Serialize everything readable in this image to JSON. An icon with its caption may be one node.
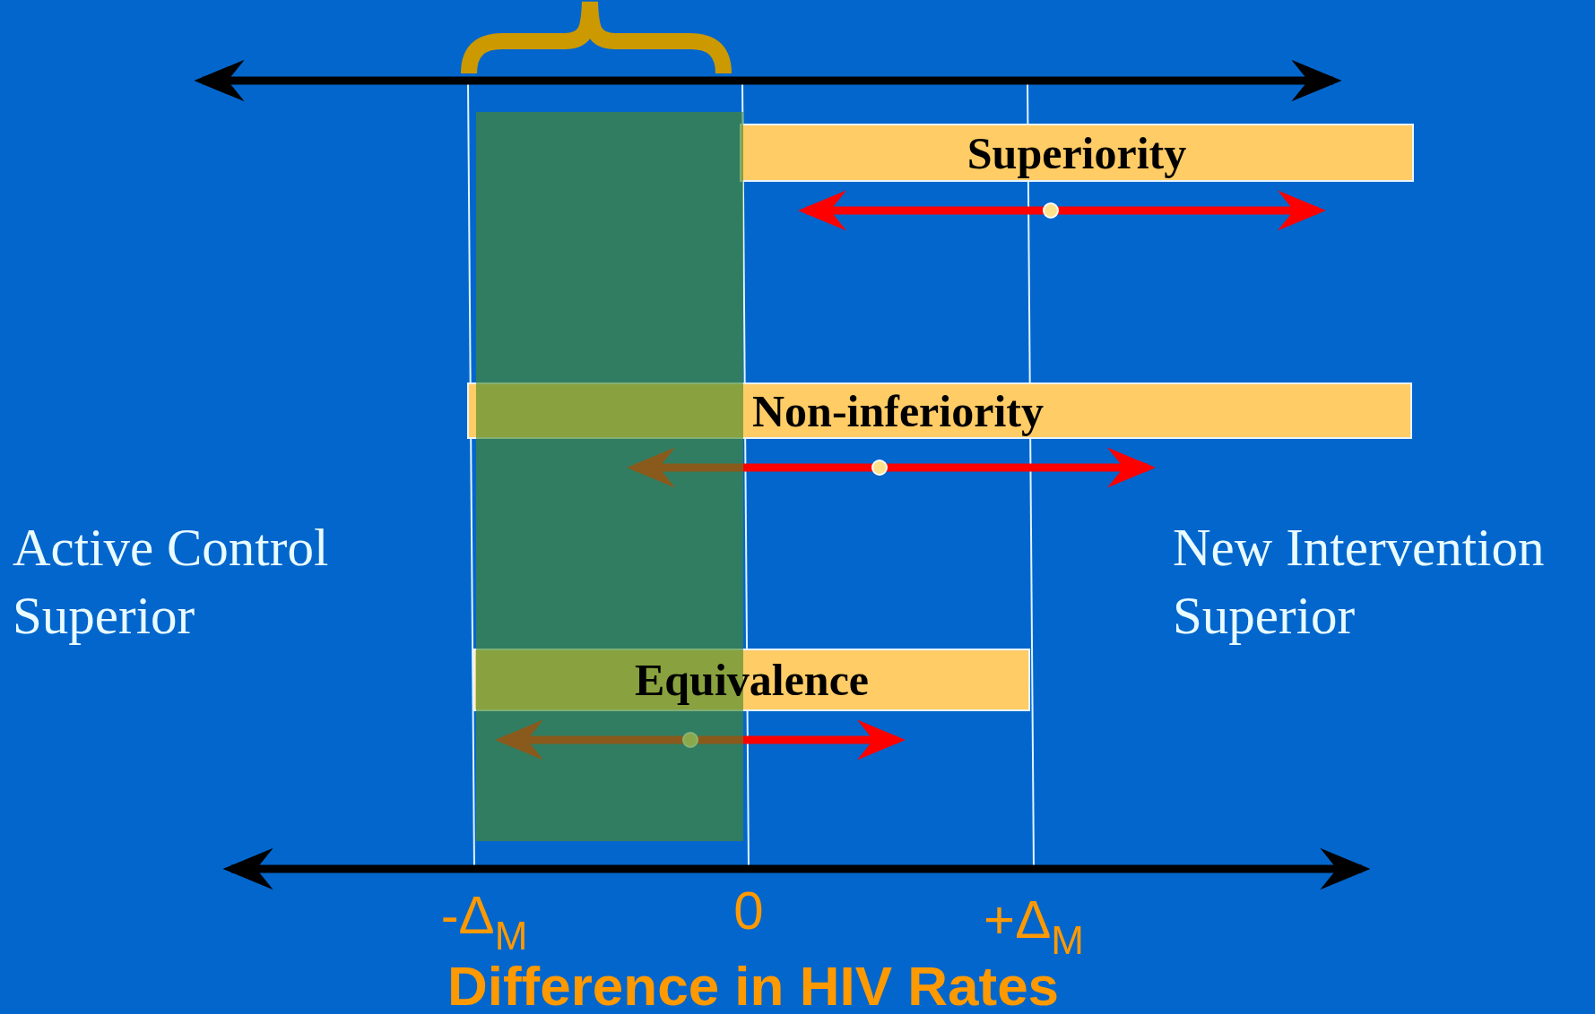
{
  "diagram": {
    "nodes": [
      {
        "text": [
          "Superiority"
        ]
      },
      {
        "text": [
          "Non-inferiority"
        ]
      },
      {
        "text": [
          "Equivalence"
        ]
      }
    ],
    "labels": [
      "Active Control Superior",
      "New Intervention Superior",
      "-Δ$_{M}$",
      "0",
      "+Δ$_{M}$",
      "Difference in HIV Rates"
    ]
  }
}
